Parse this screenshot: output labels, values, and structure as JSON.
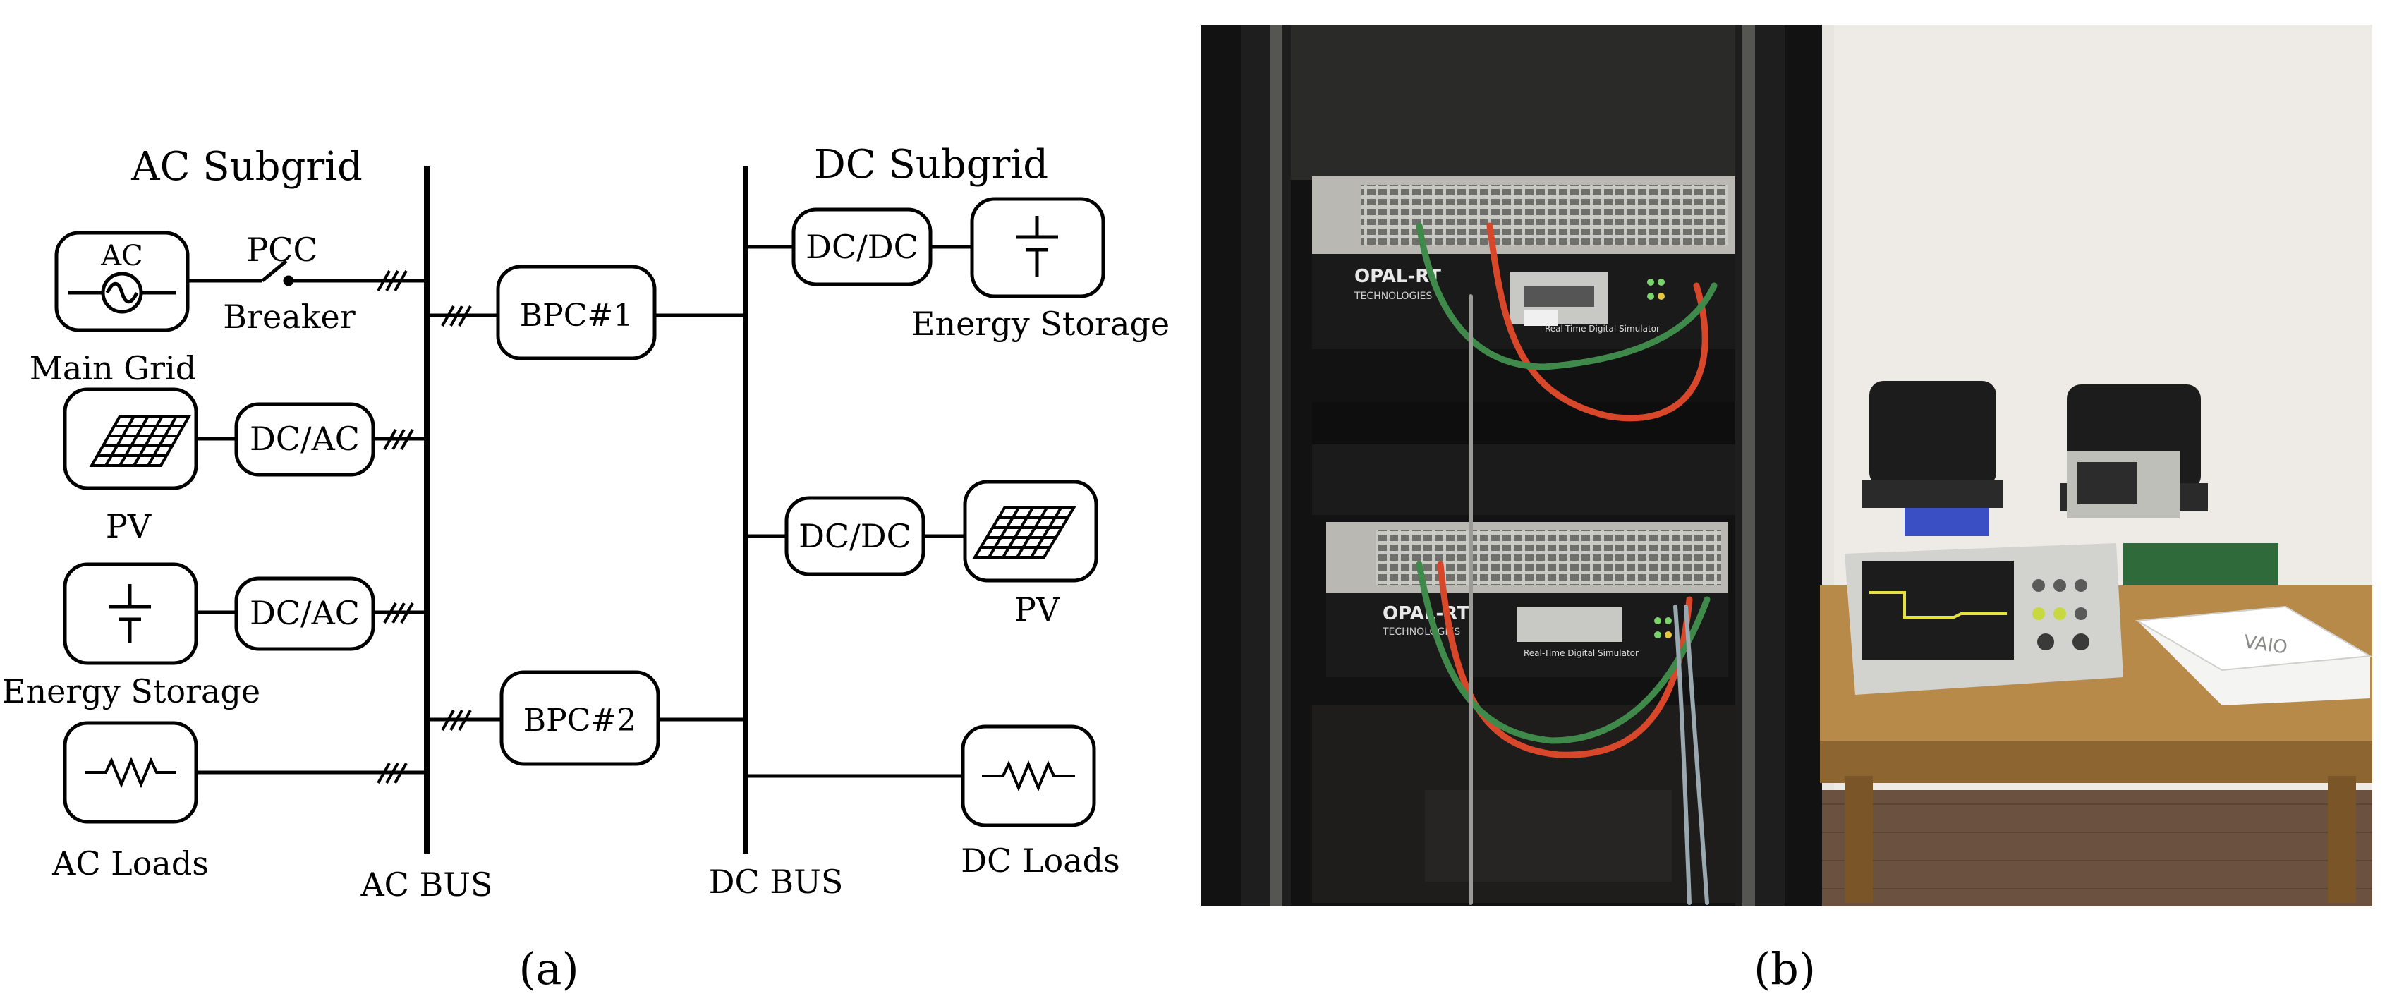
{
  "panel_a": {
    "ac_subgrid_title": "AC Subgrid",
    "dc_subgrid_title": "DC Subgrid",
    "ac_source_label": "AC",
    "main_grid_label": "Main Grid",
    "pcc_label": "PCC",
    "breaker_label": "Breaker",
    "bpc1_label": "BPC#1",
    "bpc2_label": "BPC#2",
    "dcac_1_label": "DC/AC",
    "dcac_2_label": "DC/AC",
    "dcdc_1_label": "DC/DC",
    "dcdc_2_label": "DC/DC",
    "pv_ac_label": "PV",
    "pv_dc_label": "PV",
    "es_ac_label": "Energy Storage",
    "es_dc_label": "Energy Storage",
    "ac_loads_label": "AC Loads",
    "dc_loads_label": "DC Loads",
    "ac_bus_label": "AC BUS",
    "dc_bus_label": "DC BUS",
    "caption": "(a)"
  },
  "panel_b": {
    "caption": "(b)",
    "opal_logo_1": "OPAL-RT",
    "opal_logo_2": "OPAL-RT",
    "opal_sub": "TECHNOLOGIES",
    "simulator_text": "Real-Time Digital Simulator",
    "laptop_brand": "VAIO"
  },
  "colors": {
    "cable_red": "#d9472b",
    "cable_green": "#3f8a4a",
    "rack": "#141414",
    "wall": "#e7e4df",
    "table": "#b88a4a"
  }
}
